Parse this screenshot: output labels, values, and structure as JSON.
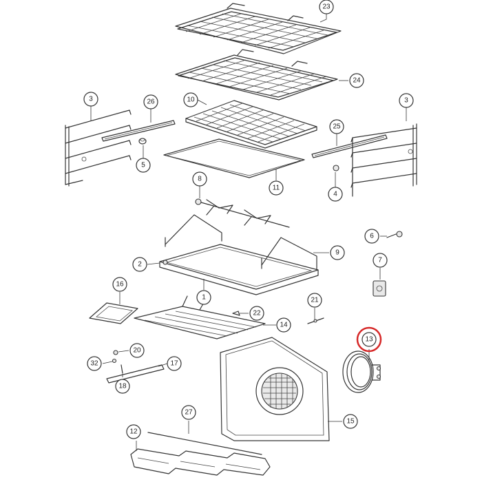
{
  "callouts": [
    {
      "id": "c23",
      "label": "23"
    },
    {
      "id": "c24",
      "label": "24"
    },
    {
      "id": "c3a",
      "label": "3"
    },
    {
      "id": "c26",
      "label": "26"
    },
    {
      "id": "c10",
      "label": "10"
    },
    {
      "id": "c3b",
      "label": "3"
    },
    {
      "id": "c25",
      "label": "25"
    },
    {
      "id": "c5",
      "label": "5"
    },
    {
      "id": "c11",
      "label": "11"
    },
    {
      "id": "c4",
      "label": "4"
    },
    {
      "id": "c8",
      "label": "8"
    },
    {
      "id": "c6",
      "label": "6"
    },
    {
      "id": "c9",
      "label": "9"
    },
    {
      "id": "c2",
      "label": "2"
    },
    {
      "id": "c7",
      "label": "7"
    },
    {
      "id": "c16",
      "label": "16"
    },
    {
      "id": "c1",
      "label": "1"
    },
    {
      "id": "c21",
      "label": "21"
    },
    {
      "id": "c22",
      "label": "22"
    },
    {
      "id": "c14",
      "label": "14"
    },
    {
      "id": "c13",
      "label": "13"
    },
    {
      "id": "c20",
      "label": "20"
    },
    {
      "id": "c32",
      "label": "32"
    },
    {
      "id": "c17",
      "label": "17"
    },
    {
      "id": "c18",
      "label": "18"
    },
    {
      "id": "c15",
      "label": "15"
    },
    {
      "id": "c27",
      "label": "27"
    },
    {
      "id": "c12",
      "label": "12"
    }
  ],
  "highlight": {
    "label": "13",
    "color": "#d62828"
  }
}
